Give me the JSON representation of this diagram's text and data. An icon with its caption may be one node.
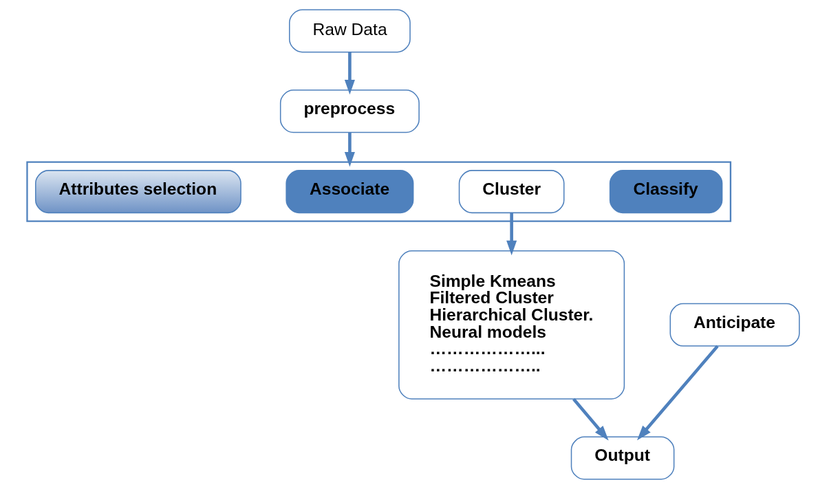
{
  "diagram": {
    "nodes": [
      {
        "text": [
          "Raw Data"
        ]
      },
      {
        "text": [
          "preprocess"
        ]
      },
      {
        "text": [],
        "shape": "box"
      },
      {
        "text": [
          "Classify"
        ],
        "in": 2
      },
      {
        "text": [
          "Cluster"
        ],
        "in": 2
      },
      {
        "text": [
          "Associate"
        ],
        "in": 2
      },
      {
        "text": [
          "Attributes selection"
        ],
        "in": 2
      },
      {
        "text": [
          "Simple Kmeans",
          "Filtered Cluster",
          "Hierarchical Cluster.",
          "Neural models",
          "………………...",
          "……………….."
        ]
      },
      {
        "text": [
          "Anticipate"
        ]
      },
      {
        "text": [
          "Output"
        ]
      }
    ],
    "edges": [
      {
        "from": 0,
        "to": 1,
        "arrow": "to"
      },
      {
        "from": 1,
        "to": 2,
        "arrow": "to"
      },
      {
        "from": 4,
        "to": 7,
        "arrow": "to"
      },
      {
        "from": 7,
        "to": 9,
        "arrow": "to"
      },
      {
        "from": 8,
        "to": 9,
        "arrow": "to"
      }
    ]
  }
}
